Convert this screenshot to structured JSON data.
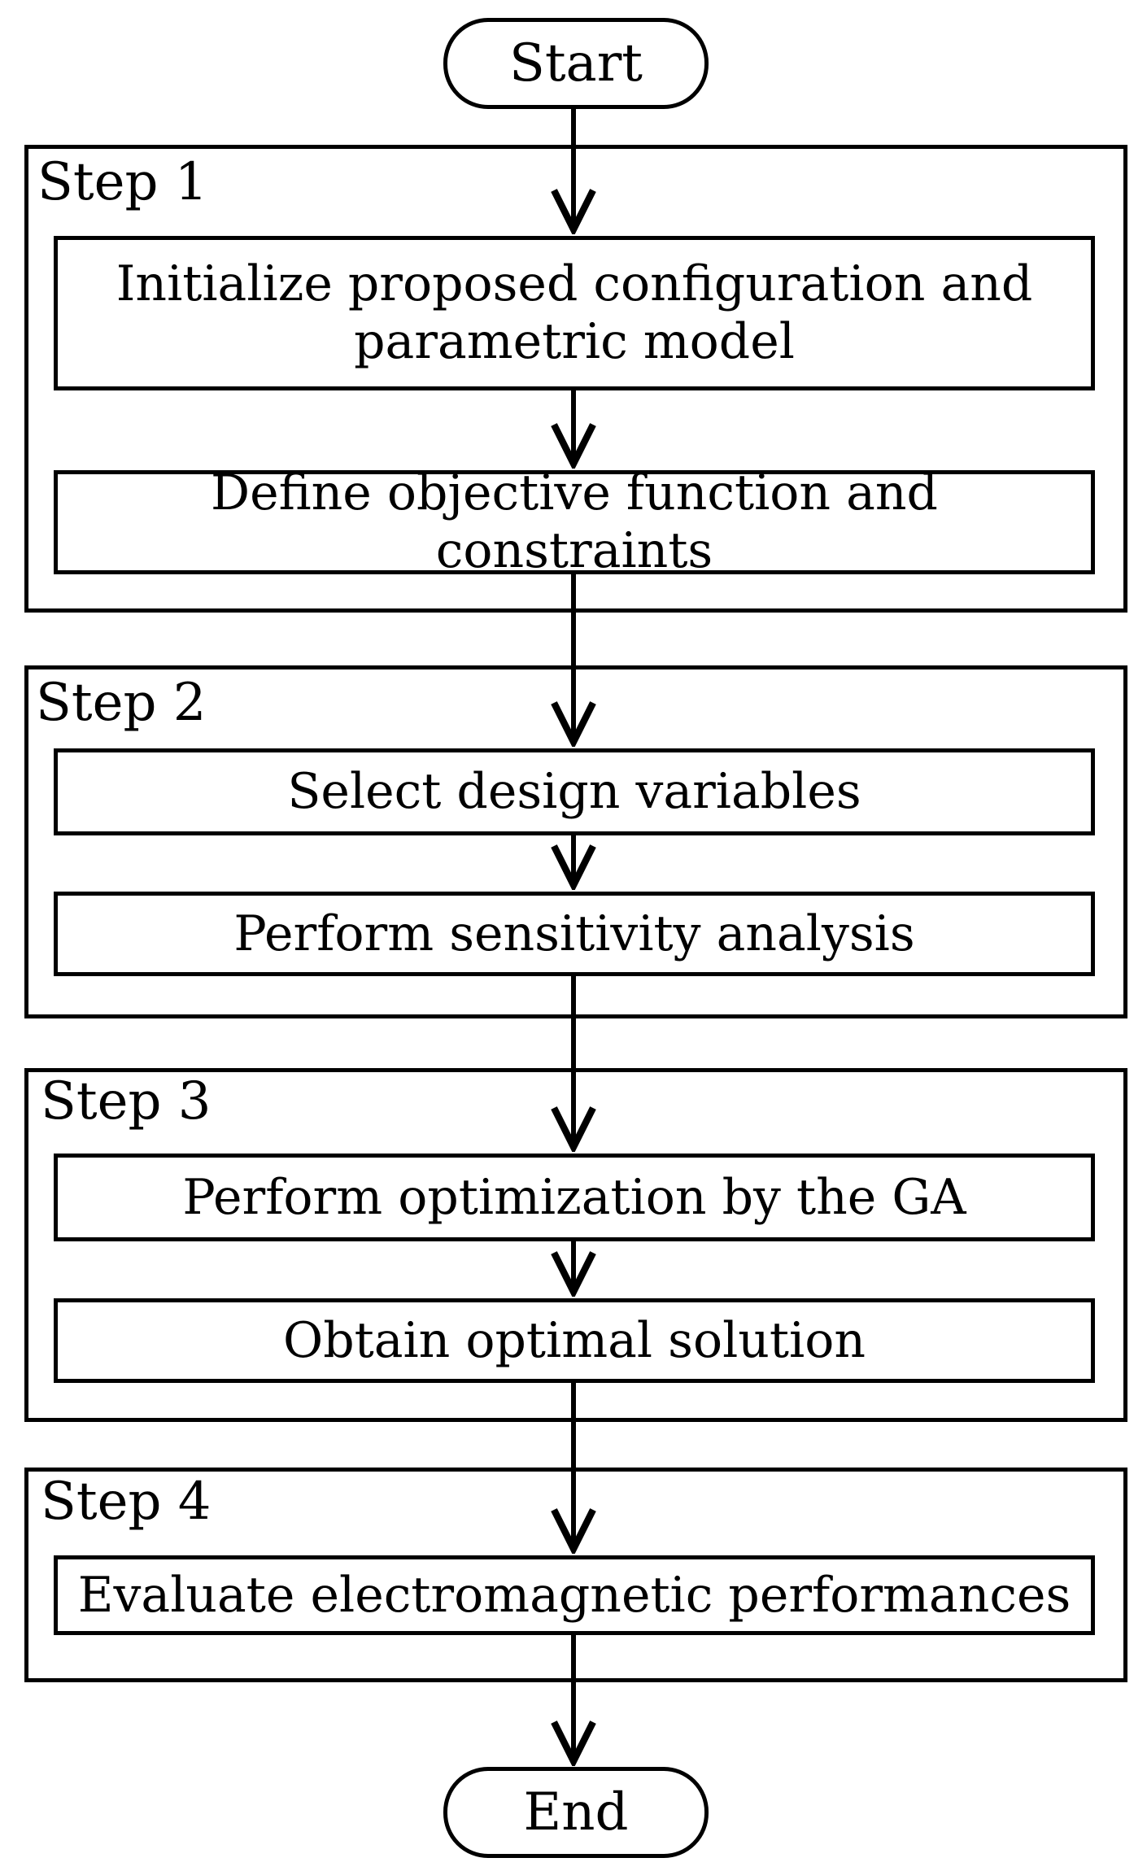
{
  "terminals": {
    "start": "Start",
    "end": "End"
  },
  "steps": [
    {
      "label": "Step 1",
      "boxes": [
        "Initialize proposed configuration and parametric model",
        "Define objective function and constraints"
      ]
    },
    {
      "label": "Step 2",
      "boxes": [
        "Select design variables",
        "Perform sensitivity analysis"
      ]
    },
    {
      "label": "Step 3",
      "boxes": [
        "Perform optimization by the GA",
        "Obtain optimal solution"
      ]
    },
    {
      "label": "Step 4",
      "boxes": [
        "Evaluate electromagnetic performances"
      ]
    }
  ],
  "colors": {
    "line": "#000000",
    "background": "#ffffff"
  }
}
